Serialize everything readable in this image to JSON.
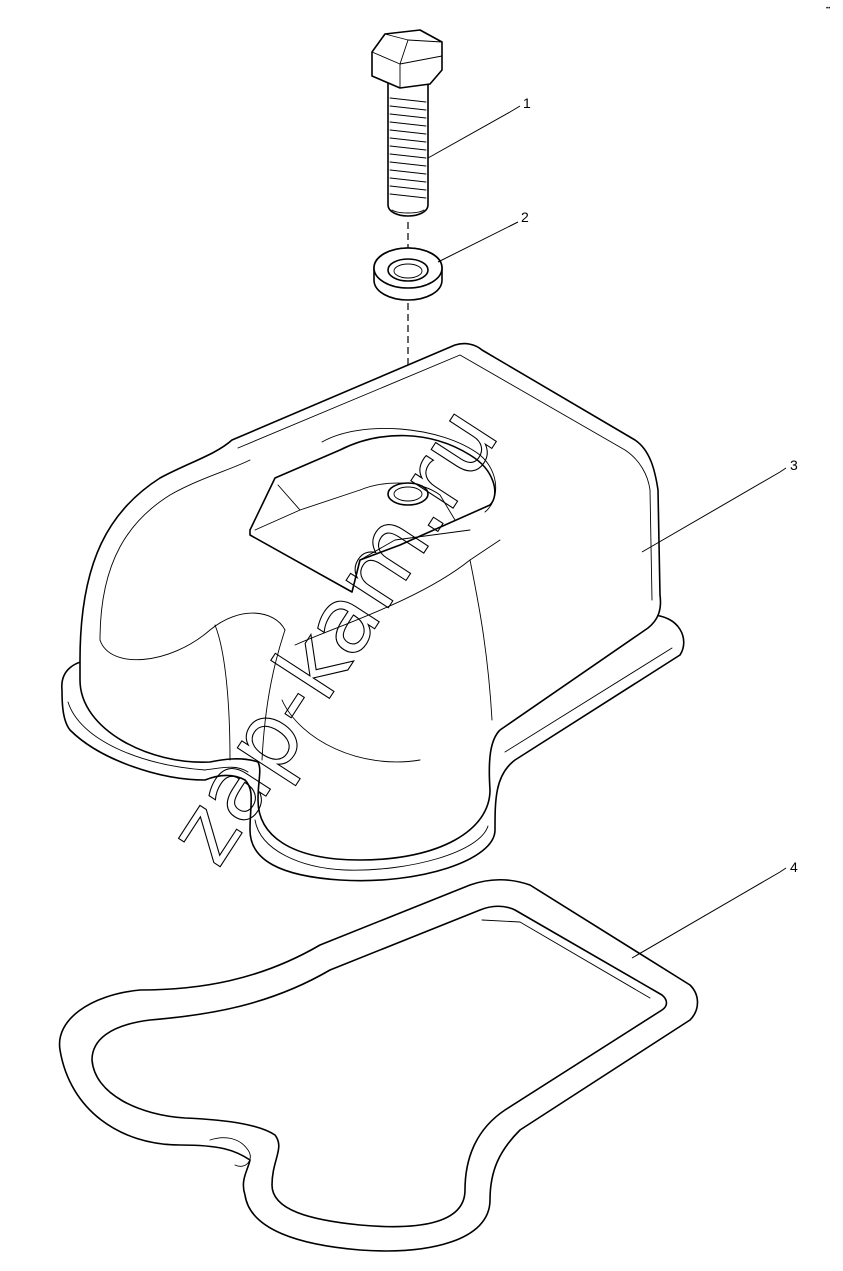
{
  "watermark": "zap-kam.ru",
  "corner_mark": "••",
  "callouts": [
    {
      "label": "1",
      "part": "bolt"
    },
    {
      "label": "2",
      "part": "washer"
    },
    {
      "label": "3",
      "part": "cover"
    },
    {
      "label": "4",
      "part": "gasket"
    }
  ]
}
